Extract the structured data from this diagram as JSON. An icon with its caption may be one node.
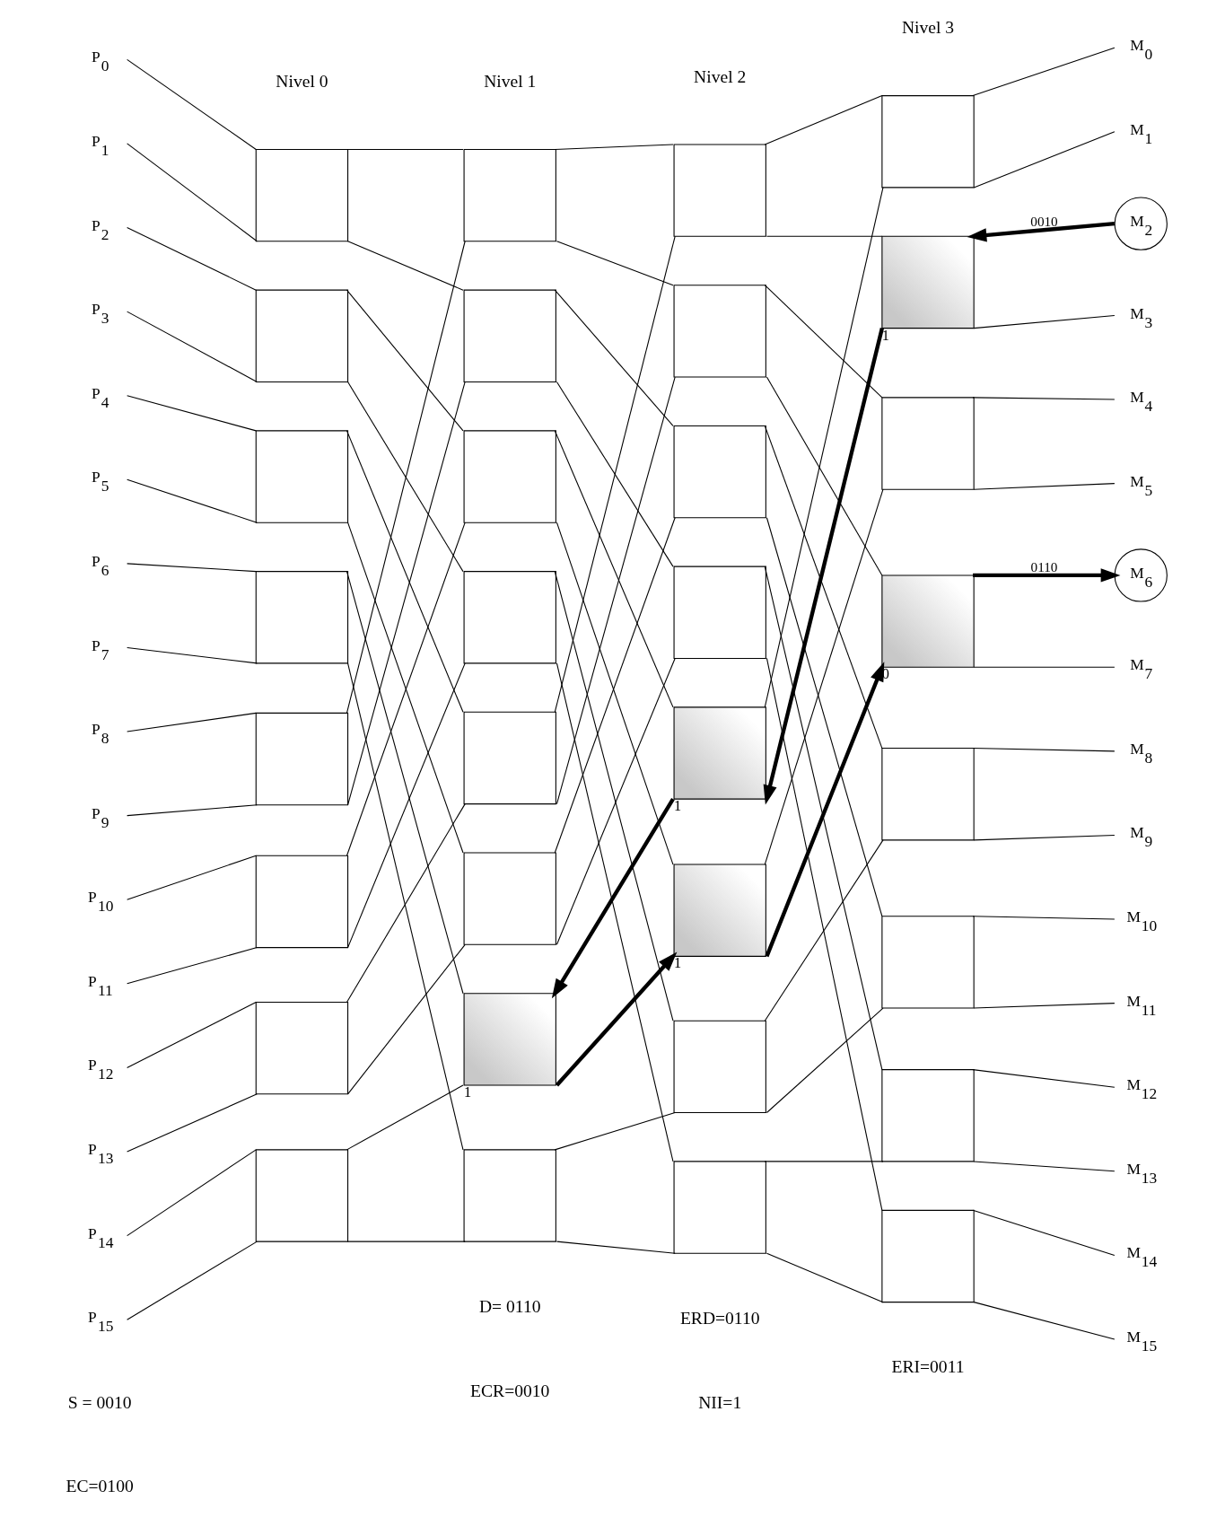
{
  "diagram": {
    "nodes": [
      {
        "text": [
          "P$_{0}$"
        ]
      },
      {
        "text": [
          "P$_{1}$"
        ]
      },
      {
        "text": [
          "P$_{2}$"
        ]
      },
      {
        "text": [
          "P$_{3}$"
        ]
      },
      {
        "text": [
          "P$_{4}$"
        ]
      },
      {
        "text": [
          "P$_{5}$"
        ]
      },
      {
        "text": [
          "P$_{6}$"
        ]
      },
      {
        "text": [
          "P$_{7}$"
        ]
      },
      {
        "text": [
          "P$_{8}$"
        ]
      },
      {
        "text": [
          "P$_{9}$"
        ]
      },
      {
        "text": [
          "P$_{10}$"
        ]
      },
      {
        "text": [
          "P$_{11}$"
        ]
      },
      {
        "text": [
          "P$_{12}$"
        ]
      },
      {
        "text": [
          "P$_{13}$"
        ]
      },
      {
        "text": [
          "P$_{14}$"
        ]
      },
      {
        "text": [
          "P$_{15}$"
        ]
      },
      {
        "text": [],
        "shape": "box"
      },
      {
        "text": [],
        "shape": "box"
      },
      {
        "text": [],
        "shape": "box"
      },
      {
        "text": [],
        "shape": "box"
      },
      {
        "text": [],
        "shape": "box"
      },
      {
        "text": [],
        "shape": "box"
      },
      {
        "text": [],
        "shape": "box"
      },
      {
        "text": [],
        "shape": "box"
      },
      {
        "text": [],
        "shape": "box"
      },
      {
        "text": [],
        "shape": "box"
      },
      {
        "text": [],
        "shape": "box"
      },
      {
        "text": [],
        "shape": "box"
      },
      {
        "text": [],
        "shape": "box"
      },
      {
        "text": [],
        "shape": "box"
      },
      {
        "text": [],
        "shape": "box",
        "beside": [
          "1"
        ]
      },
      {
        "text": [],
        "shape": "box"
      },
      {
        "text": [],
        "shape": "box"
      },
      {
        "text": [],
        "shape": "box"
      },
      {
        "text": [],
        "shape": "box"
      },
      {
        "text": [],
        "shape": "box"
      },
      {
        "text": [],
        "shape": "box",
        "beside": [
          "1"
        ]
      },
      {
        "text": [],
        "shape": "box",
        "beside": [
          "1"
        ]
      },
      {
        "text": [],
        "shape": "box"
      },
      {
        "text": [],
        "shape": "box"
      },
      {
        "text": [],
        "shape": "box"
      },
      {
        "text": [],
        "shape": "box",
        "beside": [
          "1"
        ]
      },
      {
        "text": [],
        "shape": "box"
      },
      {
        "text": [],
        "shape": "box",
        "beside": [
          "0"
        ]
      },
      {
        "text": [],
        "shape": "box"
      },
      {
        "text": [],
        "shape": "box"
      },
      {
        "text": [],
        "shape": "box"
      },
      {
        "text": [],
        "shape": "box"
      },
      {
        "text": [
          "M$_{0}$"
        ]
      },
      {
        "text": [
          "M$_{1}$"
        ]
      },
      {
        "text": [
          "M$_{2}$"
        ]
      },
      {
        "text": [
          "M$_{3}$"
        ]
      },
      {
        "text": [
          "M$_{4}$"
        ]
      },
      {
        "text": [
          "M$_{5}$"
        ]
      },
      {
        "text": [
          "M$_{6}$"
        ]
      },
      {
        "text": [
          "M$_{7}$"
        ]
      },
      {
        "text": [
          "M$_{8}$"
        ]
      },
      {
        "text": [
          "M$_{9}$"
        ]
      },
      {
        "text": [
          "M$_{10}$"
        ]
      },
      {
        "text": [
          "M$_{11}$"
        ]
      },
      {
        "text": [
          "M$_{12}$"
        ]
      },
      {
        "text": [
          "M$_{13}$"
        ]
      },
      {
        "text": [
          "M$_{14}$"
        ]
      },
      {
        "text": [
          "M$_{15}$"
        ]
      }
    ],
    "edges": [
      {
        "from": 0,
        "to": 16,
        "arrow": "none"
      },
      {
        "from": 1,
        "to": 16,
        "arrow": "none"
      },
      {
        "from": 2,
        "to": 17,
        "arrow": "none"
      },
      {
        "from": 3,
        "to": 17,
        "arrow": "none"
      },
      {
        "from": 4,
        "to": 18,
        "arrow": "none"
      },
      {
        "from": 5,
        "to": 18,
        "arrow": "none"
      },
      {
        "from": 6,
        "to": 19,
        "arrow": "none"
      },
      {
        "from": 7,
        "to": 19,
        "arrow": "none"
      },
      {
        "from": 8,
        "to": 20,
        "arrow": "none"
      },
      {
        "from": 9,
        "to": 20,
        "arrow": "none"
      },
      {
        "from": 10,
        "to": 21,
        "arrow": "none"
      },
      {
        "from": 11,
        "to": 21,
        "arrow": "none"
      },
      {
        "from": 12,
        "to": 22,
        "arrow": "none"
      },
      {
        "from": 13,
        "to": 22,
        "arrow": "none"
      },
      {
        "from": 14,
        "to": 23,
        "arrow": "none"
      },
      {
        "from": 15,
        "to": 23,
        "arrow": "none"
      },
      {
        "from": 16,
        "to": 24,
        "arrow": "none"
      },
      {
        "from": 16,
        "to": 25,
        "arrow": "none"
      },
      {
        "from": 17,
        "to": 26,
        "arrow": "none"
      },
      {
        "from": 17,
        "to": 27,
        "arrow": "none"
      },
      {
        "from": 18,
        "to": 28,
        "arrow": "none"
      },
      {
        "from": 18,
        "to": 29,
        "arrow": "none"
      },
      {
        "from": 19,
        "to": 30,
        "arrow": "none"
      },
      {
        "from": 19,
        "to": 31,
        "arrow": "none"
      },
      {
        "from": 20,
        "to": 24,
        "arrow": "none"
      },
      {
        "from": 20,
        "to": 25,
        "arrow": "none"
      },
      {
        "from": 21,
        "to": 26,
        "arrow": "none"
      },
      {
        "from": 21,
        "to": 27,
        "arrow": "none"
      },
      {
        "from": 22,
        "to": 28,
        "arrow": "none"
      },
      {
        "from": 22,
        "to": 29,
        "arrow": "none"
      },
      {
        "from": 23,
        "to": 30,
        "arrow": "none"
      },
      {
        "from": 23,
        "to": 31,
        "arrow": "none"
      },
      {
        "from": 24,
        "to": 32,
        "arrow": "none"
      },
      {
        "from": 24,
        "to": 33,
        "arrow": "none"
      },
      {
        "from": 25,
        "to": 34,
        "arrow": "none"
      },
      {
        "from": 25,
        "to": 35,
        "arrow": "none"
      },
      {
        "from": 26,
        "to": 36,
        "arrow": "none"
      },
      {
        "from": 26,
        "to": 37,
        "arrow": "none"
      },
      {
        "from": 27,
        "to": 38,
        "arrow": "none"
      },
      {
        "from": 27,
        "to": 39,
        "arrow": "none"
      },
      {
        "from": 28,
        "to": 32,
        "arrow": "none"
      },
      {
        "from": 28,
        "to": 33,
        "arrow": "none"
      },
      {
        "from": 29,
        "to": 34,
        "arrow": "none"
      },
      {
        "from": 29,
        "to": 35,
        "arrow": "none"
      },
      {
        "from": 36,
        "to": 30,
        "arrow": "to",
        "style": "thick"
      },
      {
        "from": 30,
        "to": 37,
        "arrow": "to",
        "style": "thick"
      },
      {
        "from": 31,
        "to": 38,
        "arrow": "none"
      },
      {
        "from": 31,
        "to": 39,
        "arrow": "none"
      },
      {
        "from": 32,
        "to": 40,
        "arrow": "none"
      },
      {
        "from": 32,
        "to": 41,
        "arrow": "none"
      },
      {
        "from": 33,
        "to": 42,
        "arrow": "none"
      },
      {
        "from": 33,
        "to": 43,
        "arrow": "none"
      },
      {
        "from": 34,
        "to": 44,
        "arrow": "none"
      },
      {
        "from": 34,
        "to": 45,
        "arrow": "none"
      },
      {
        "from": 35,
        "to": 46,
        "arrow": "none"
      },
      {
        "from": 35,
        "to": 47,
        "arrow": "none"
      },
      {
        "from": 36,
        "to": 40,
        "arrow": "none"
      },
      {
        "from": 41,
        "to": 36,
        "arrow": "to",
        "style": "thick"
      },
      {
        "from": 37,
        "to": 42,
        "arrow": "none"
      },
      {
        "from": 37,
        "to": 43,
        "arrow": "to",
        "style": "thick"
      },
      {
        "from": 38,
        "to": 44,
        "arrow": "none"
      },
      {
        "from": 38,
        "to": 45,
        "arrow": "none"
      },
      {
        "from": 39,
        "to": 46,
        "arrow": "none"
      },
      {
        "from": 39,
        "to": 47,
        "arrow": "none"
      },
      {
        "from": 40,
        "to": 48,
        "arrow": "none"
      },
      {
        "from": 40,
        "to": 49,
        "arrow": "none"
      },
      {
        "from": 50,
        "to": 41,
        "arrow": "to",
        "style": "thick",
        "label": "0010"
      },
      {
        "from": 41,
        "to": 51,
        "arrow": "none"
      },
      {
        "from": 42,
        "to": 52,
        "arrow": "none"
      },
      {
        "from": 42,
        "to": 53,
        "arrow": "none"
      },
      {
        "from": 43,
        "to": 54,
        "arrow": "to",
        "style": "thick",
        "label": "0110"
      },
      {
        "from": 43,
        "to": 55,
        "arrow": "none"
      },
      {
        "from": 44,
        "to": 56,
        "arrow": "none"
      },
      {
        "from": 44,
        "to": 57,
        "arrow": "none"
      },
      {
        "from": 45,
        "to": 58,
        "arrow": "none"
      },
      {
        "from": 45,
        "to": 59,
        "arrow": "none"
      },
      {
        "from": 46,
        "to": 60,
        "arrow": "none"
      },
      {
        "from": 46,
        "to": 61,
        "arrow": "none"
      },
      {
        "from": 47,
        "to": 62,
        "arrow": "none"
      },
      {
        "from": 47,
        "to": 63,
        "arrow": "none"
      }
    ],
    "labels": [
      "Nivel 0",
      "Nivel 1",
      "Nivel 2",
      "Nivel 3",
      "S = 0010",
      "D= 0110",
      "ERD=0110",
      "ERI=0011",
      "EC=0100",
      "ECR=0010",
      "NII=1"
    ]
  }
}
